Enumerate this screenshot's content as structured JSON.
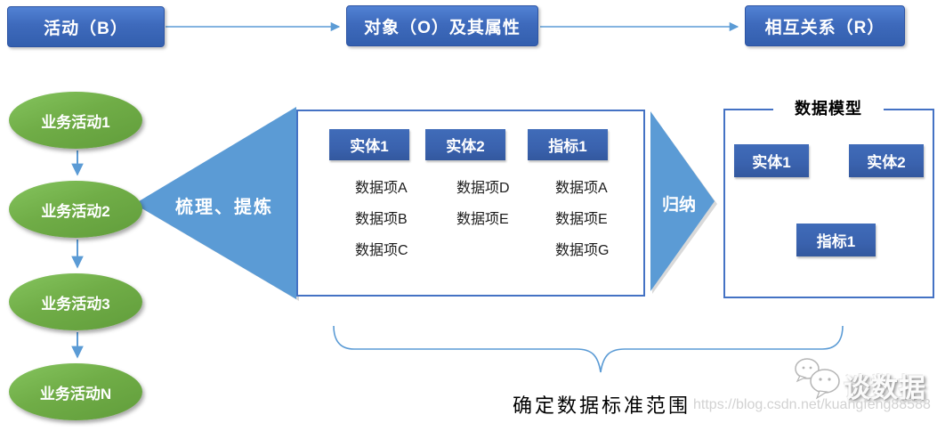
{
  "top_flow": {
    "boxes": [
      {
        "label": "活动（B）"
      },
      {
        "label": "对象（O）及其属性"
      },
      {
        "label": "相互关系（R）"
      }
    ]
  },
  "activities": {
    "items": [
      "业务活动1",
      "业务活动2",
      "业务活动3",
      "业务活动N"
    ]
  },
  "funnel": {
    "label": "梳理、提炼"
  },
  "extract_panel": {
    "columns": [
      {
        "header": "实体1",
        "items": [
          "数据项A",
          "数据项B",
          "数据项C"
        ]
      },
      {
        "header": "实体2",
        "items": [
          "数据项D",
          "数据项E"
        ]
      },
      {
        "header": "指标1",
        "items": [
          "数据项A",
          "数据项E",
          "数据项G"
        ]
      }
    ]
  },
  "induce_arrow": {
    "label": "归纳"
  },
  "model_panel": {
    "title": "数据模型",
    "nodes": [
      "实体1",
      "实体2",
      "指标1"
    ]
  },
  "caption": {
    "text": "确定数据标准范围"
  },
  "watermark": {
    "brand": "谈数据",
    "url": "https://blog.csdn.net/kuangfeng88588"
  },
  "colors": {
    "box_blue": "#3a63b2",
    "shape_light_blue": "#5b9bd5",
    "green": "#70ad47",
    "panel_border": "#4472c4",
    "tree_connector": "#9dc3e6"
  }
}
